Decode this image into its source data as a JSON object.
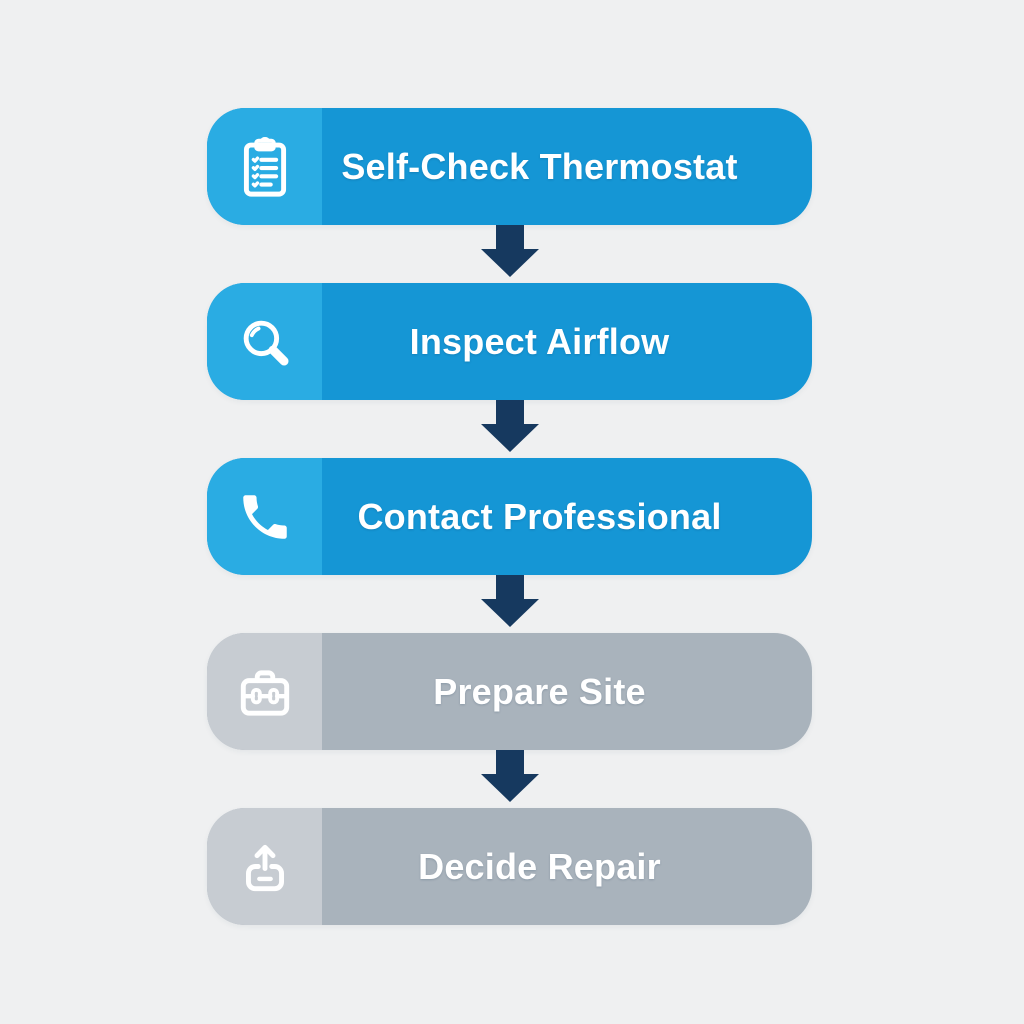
{
  "colors": {
    "bg": "#eff0f1",
    "step-blue": "#1596d5",
    "step-blue-icon": "#2aace3",
    "step-gray": "#a9b3bc",
    "step-gray-icon": "#c7ccd2",
    "arrow": "#16395f",
    "label": "#ffffff"
  },
  "flowchart": {
    "steps": [
      {
        "label": "Self-Check Thermostat",
        "icon": "clipboard-checklist-icon",
        "variant": "blue"
      },
      {
        "label": "Inspect Airflow",
        "icon": "magnifier-icon",
        "variant": "blue"
      },
      {
        "label": "Contact Professional",
        "icon": "phone-icon",
        "variant": "blue"
      },
      {
        "label": "Prepare Site",
        "icon": "toolbox-icon",
        "variant": "gray"
      },
      {
        "label": "Decide Repair",
        "icon": "upload-icon",
        "variant": "gray"
      }
    ],
    "connector": "down-arrow"
  }
}
